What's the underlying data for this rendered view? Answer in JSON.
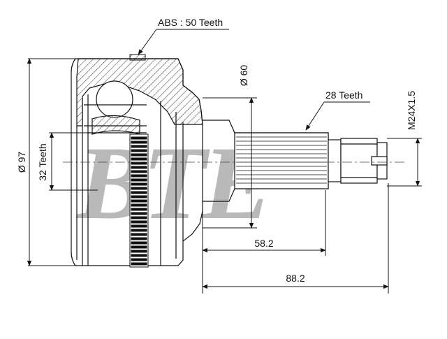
{
  "watermark": "BTE",
  "labels": {
    "abs": "ABS : 50 Teeth",
    "outer_diameter": "Ø 97",
    "inner_spline": "32 Teeth",
    "shaft_diameter": "Ø 60",
    "outer_spline": "28 Teeth",
    "thread": "M24X1.5",
    "length_spline": "58.2",
    "length_total": "88.2"
  },
  "colors": {
    "line": "#111111",
    "hatch": "#333333",
    "watermark": "#b9b9b9"
  }
}
